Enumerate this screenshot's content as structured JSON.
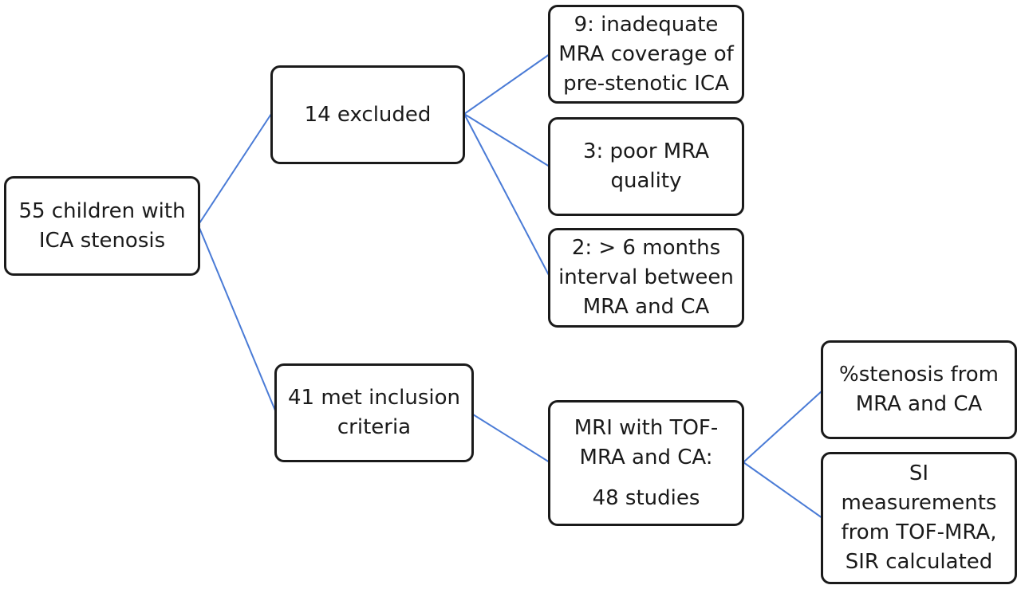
{
  "colors": {
    "connector": "#4a7bd6",
    "box_border": "#1a1a1a",
    "text": "#1a1a1a",
    "background": "#ffffff"
  },
  "nodes": {
    "root": {
      "lines": [
        "55 children with",
        "ICA stenosis"
      ]
    },
    "excluded": {
      "lines": [
        "14 excluded"
      ]
    },
    "reason_coverage": {
      "lines": [
        "9: inadequate",
        "MRA coverage of",
        "pre-stenotic ICA"
      ]
    },
    "reason_quality": {
      "lines": [
        "3: poor MRA",
        "quality"
      ]
    },
    "reason_interval": {
      "lines": [
        "2:  > 6 months",
        "interval between",
        "MRA and CA"
      ]
    },
    "included": {
      "lines": [
        "41 met inclusion",
        "criteria"
      ]
    },
    "studies": {
      "lines": [
        "MRI with TOF-",
        "MRA and CA:",
        "48 studies"
      ]
    },
    "stenosis_output": {
      "lines": [
        "%stenosis from",
        "MRA and CA"
      ]
    },
    "si_output": {
      "lines": [
        "SI",
        "measurements",
        "from TOF-MRA,",
        "SIR calculated"
      ]
    }
  }
}
